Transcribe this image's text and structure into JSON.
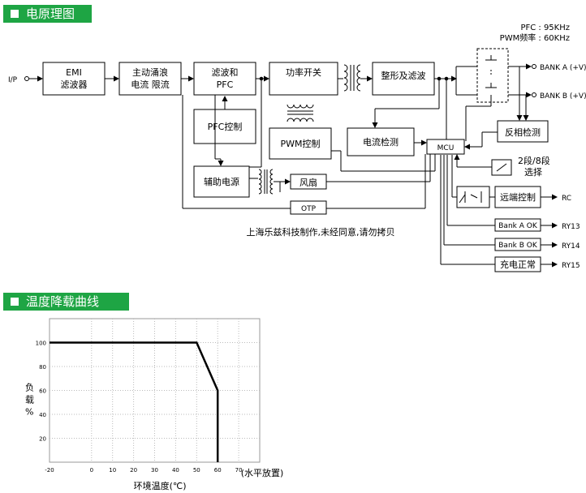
{
  "sections": {
    "block_diagram_title": "电原理图",
    "derating_title": "温度降载曲线"
  },
  "diagram": {
    "freq": {
      "pfc": "PFC : 95KHz",
      "pwm": "PWM频率 : 60KHz"
    },
    "input_label": "I/P",
    "blocks": {
      "emi_1": "EMI",
      "emi_2": "滤波器",
      "inrush_1": "主动涌浪",
      "inrush_2": "电流 限流",
      "filter_pfc_1": "滤波和",
      "filter_pfc_2": "PFC",
      "power_switch": "功率开关",
      "rectifier": "整形及滤波",
      "pfc_control": "PFC控制",
      "pwm_control": "PWM控制",
      "current_detect": "电流检测",
      "aux_power": "辅助电源",
      "fan": "风扇",
      "otp": "OTP",
      "mcu": "MCU",
      "feedback": "反相检测",
      "remote_control": "远端控制",
      "bank_a_ok": "Bank A OK",
      "bank_b_ok": "Bank B OK",
      "charge_ok": "充电正常"
    },
    "outputs": {
      "bank_a": "BANK A (+V)",
      "bank_b": "BANK B (+V)",
      "rc": "RC",
      "ry13": "RY13",
      "ry14": "RY14",
      "ry15": "RY15"
    },
    "switch_label_1": "2段/8段",
    "switch_label_2": "选择",
    "copyright": "上海乐兹科技制作,未经同意,请勿拷贝"
  },
  "chart_data": {
    "type": "line",
    "x": [
      -20,
      50,
      60,
      60
    ],
    "y": [
      100,
      100,
      60,
      0
    ],
    "xlim": [
      -20,
      80
    ],
    "ylim": [
      0,
      120
    ],
    "x_ticks": [
      "-20",
      "0",
      "10",
      "20",
      "30",
      "40",
      "50",
      "60",
      "70"
    ],
    "y_ticks": [
      "20",
      "40",
      "60",
      "80",
      "100"
    ],
    "xlabel": "环境温度(℃)",
    "xlabel_note": "(水平放置)",
    "ylabel": [
      "负",
      "载",
      "%"
    ],
    "grid": true,
    "series_color": "#000000"
  }
}
